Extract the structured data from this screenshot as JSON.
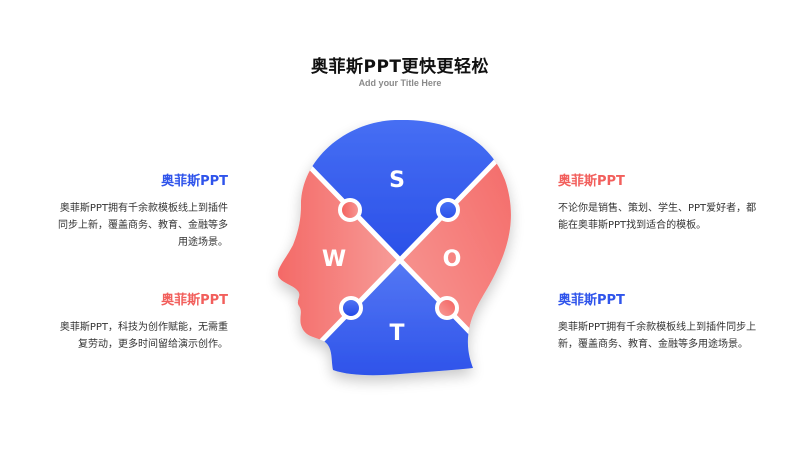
{
  "header": {
    "title": "奥菲斯PPT更快更轻松",
    "subtitle": "Add your Title Here"
  },
  "blocks": [
    {
      "heading": "奥菲斯PPT",
      "text": "奥菲斯PPT拥有千余款模板线上到插件同步上新，覆盖商务、教育、金融等多用途场景。"
    },
    {
      "heading": "奥菲斯PPT",
      "text": "奥菲斯PPT，科技为创作赋能，无需重复劳动，更多时间留给演示创作。"
    },
    {
      "heading": "奥菲斯PPT",
      "text": "不论你是销售、策划、学生、PPT爱好者，都能在奥菲斯PPT找到适合的模板。"
    },
    {
      "heading": "奥菲斯PPT",
      "text": "奥菲斯PPT拥有千余款模板线上到插件同步上新，覆盖商务、教育、金融等多用途场景。"
    }
  ],
  "swot": {
    "s": "S",
    "w": "W",
    "o": "O",
    "t": "T"
  },
  "colors": {
    "blue": "#2f54eb",
    "red": "#f25f5c",
    "text": "#333333",
    "title": "#111111"
  }
}
